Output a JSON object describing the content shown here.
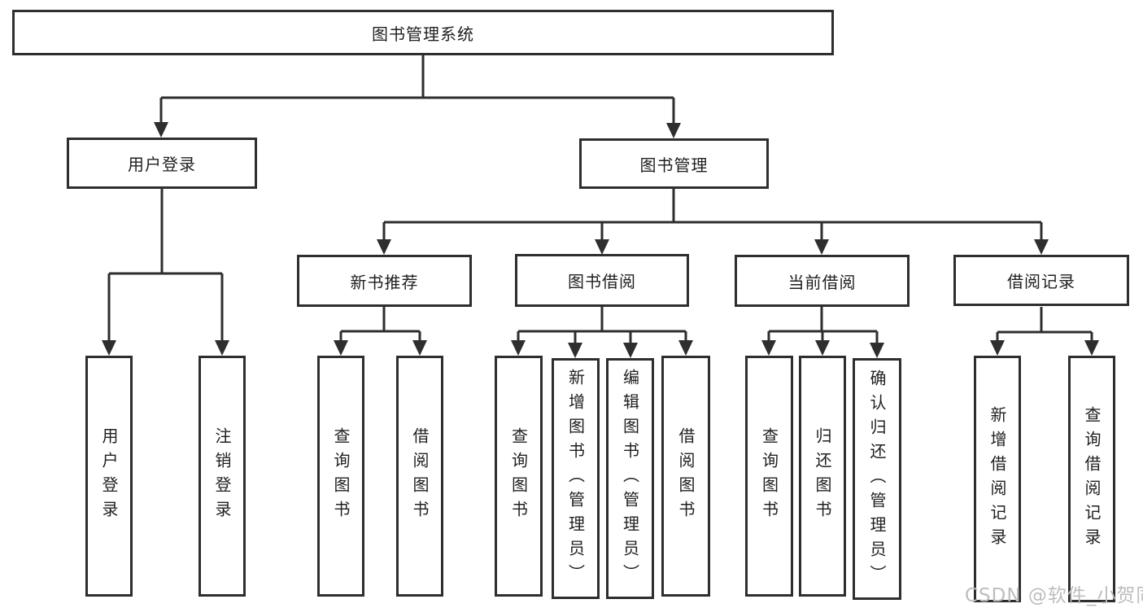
{
  "tree": {
    "label": "图书管理系统",
    "children": [
      {
        "label": "用户登录",
        "children": [
          {
            "label": "用户登录"
          },
          {
            "label": "注销登录"
          }
        ]
      },
      {
        "label": "图书管理",
        "children": [
          {
            "label": "新书推荐",
            "children": [
              {
                "label": "查询图书"
              },
              {
                "label": "借阅图书"
              }
            ]
          },
          {
            "label": "图书借阅",
            "children": [
              {
                "label": "查询图书"
              },
              {
                "label": "新增图书（管理员）"
              },
              {
                "label": "编辑图书（管理员）"
              },
              {
                "label": "借阅图书"
              }
            ]
          },
          {
            "label": "当前借阅",
            "children": [
              {
                "label": "查询图书"
              },
              {
                "label": "归还图书"
              },
              {
                "label": "确认归还（管理员）"
              }
            ]
          },
          {
            "label": "借阅记录",
            "children": [
              {
                "label": "新增借阅记录"
              },
              {
                "label": "查询借阅记录"
              }
            ]
          }
        ]
      }
    ]
  },
  "watermark": {
    "text": "CSDN @软件_小贺同学"
  },
  "colors": {
    "line": "#2e2e2e",
    "text": "#1f1f1f",
    "box_background": "#ffffff",
    "watermark": "#bdbdbd",
    "page_background": "#ffffff"
  }
}
